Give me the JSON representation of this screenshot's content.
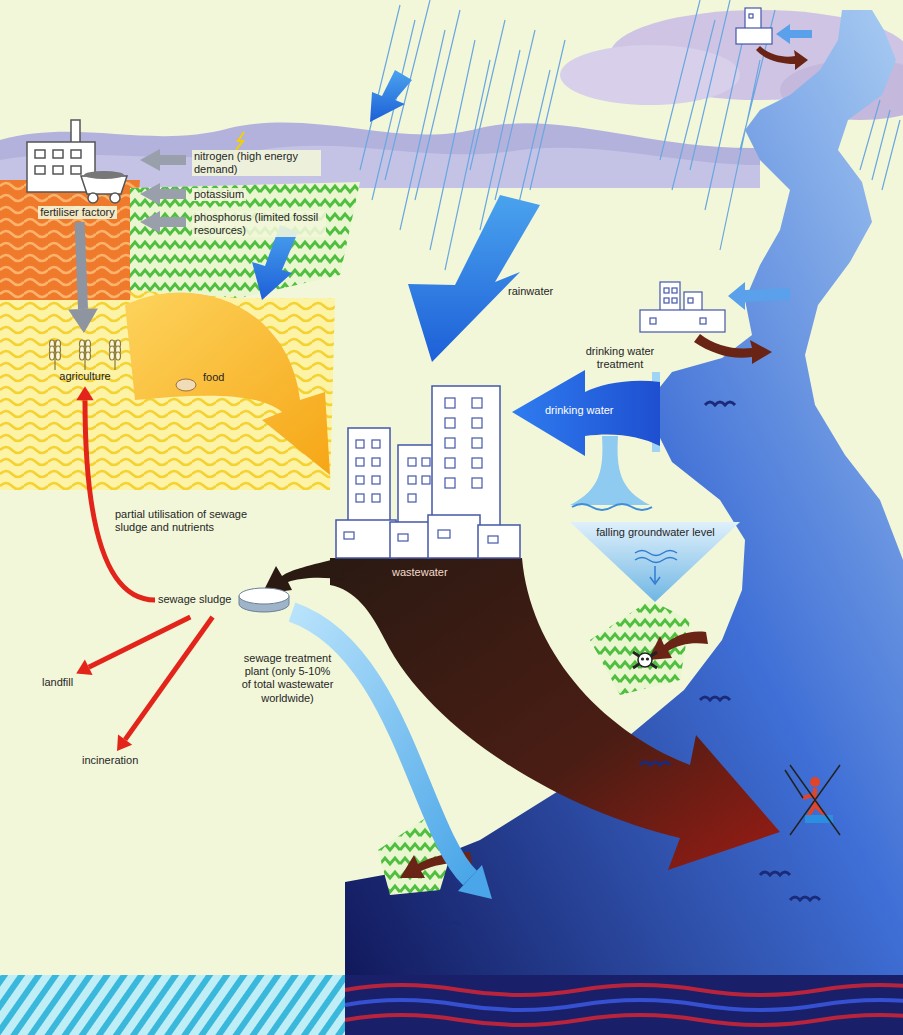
{
  "diagram": {
    "nodes": [
      {
        "text": [
          "fertiliser factory"
        ]
      },
      {
        "text": [
          "agriculture"
        ]
      },
      {
        "text": [
          "sewage sludge"
        ]
      },
      {
        "text": [
          "landfill"
        ]
      },
      {
        "text": [
          "incineration"
        ]
      }
    ],
    "edges": [
      {
        "from": 0,
        "to": 1,
        "arrow": "to"
      },
      {
        "from": 2,
        "to": 1,
        "label": "partial utilisation of sewage sludge and nutrients",
        "arrow": "to"
      },
      {
        "from": 2,
        "to": 3,
        "arrow": "to"
      },
      {
        "from": 2,
        "to": 4,
        "arrow": "to"
      }
    ],
    "labels": [
      "nitrogen (high energy demand)",
      "potassium",
      "phosphorus (limited fossil resources)",
      "food",
      "rainwater",
      "drinking water treatment",
      "drinking water",
      "falling groundwater level",
      "wastewater",
      "sewage treatment plant (only 5-10% of total wastewater worldwide)"
    ]
  }
}
